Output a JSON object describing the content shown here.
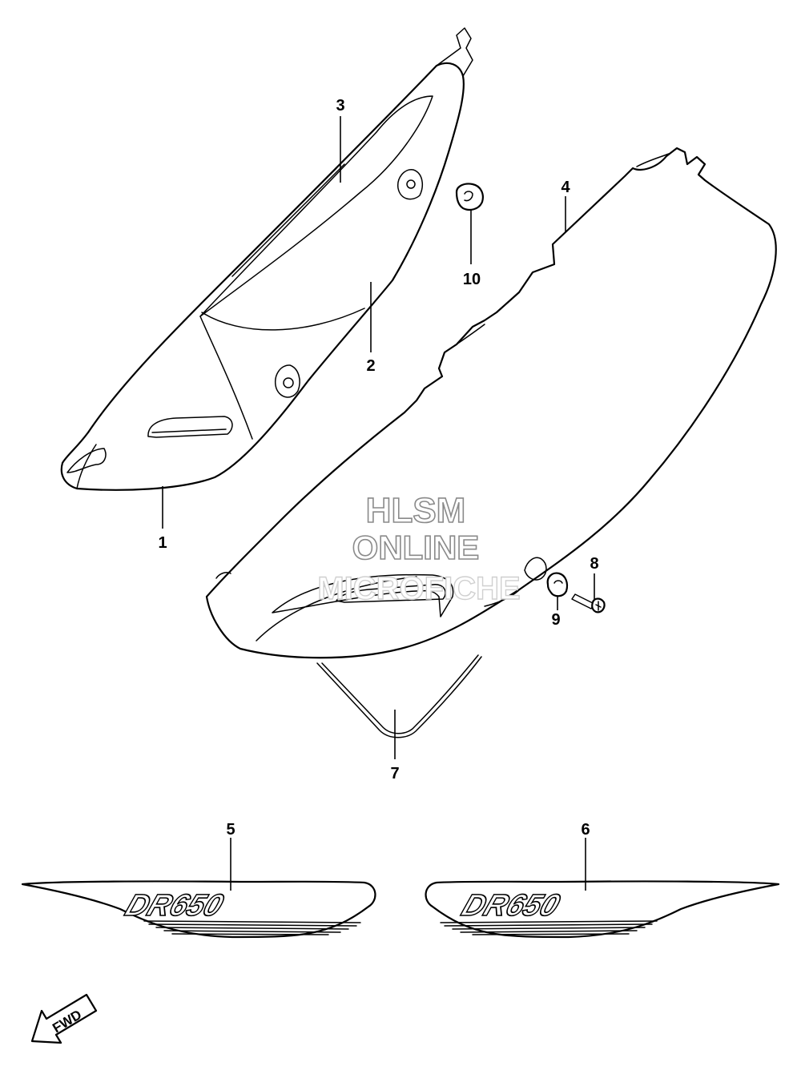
{
  "watermark": {
    "line1": "HLSM",
    "line2": "ONLINE",
    "line3": "MICROFICHE"
  },
  "callouts": {
    "c1": "1",
    "c2": "2",
    "c3": "3",
    "c4": "4",
    "c5": "5",
    "c6": "6",
    "c7": "7",
    "c8": "8",
    "c9": "9",
    "c10": "10"
  },
  "decal": {
    "left_text": "DR650",
    "right_text": "DR650"
  },
  "fwd_arrow": {
    "label": "FWD"
  }
}
